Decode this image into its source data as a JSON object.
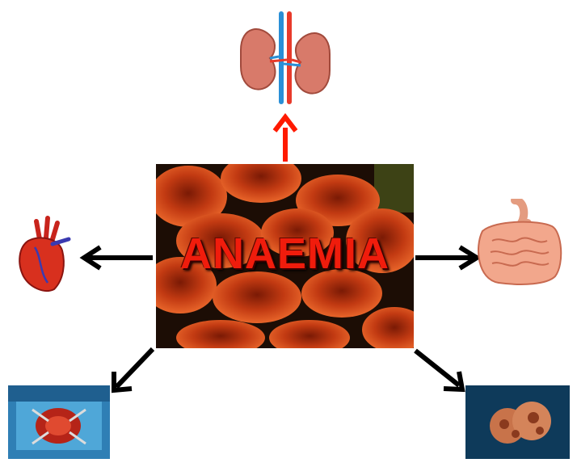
{
  "center": {
    "title": "ANAEMIA",
    "image": "red-blood-cells-image"
  },
  "nodes": [
    {
      "name": "kidneys-icon",
      "position": "top"
    },
    {
      "name": "heart-icon",
      "position": "left"
    },
    {
      "name": "intestines-icon",
      "position": "right"
    },
    {
      "name": "surgery-photo",
      "position": "bottom-left"
    },
    {
      "name": "cancer-cells-photo",
      "position": "bottom-right"
    }
  ],
  "colors": {
    "arrow_highlight": "#ff1a00",
    "arrow_default": "#000000",
    "title": "#f01c0c"
  }
}
